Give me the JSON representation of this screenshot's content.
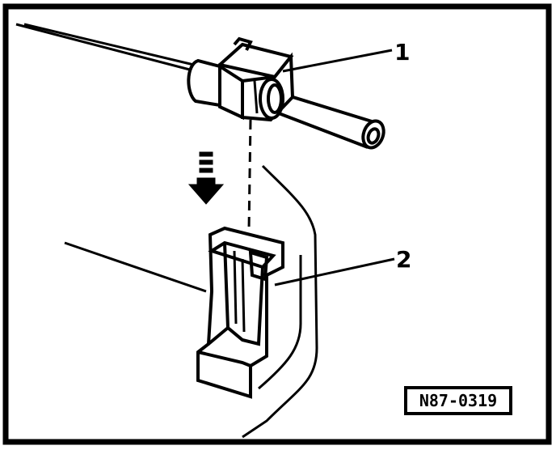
{
  "figure": {
    "callouts": [
      {
        "label": "1",
        "target": "hose-clip"
      },
      {
        "label": "2",
        "target": "clip-holder"
      }
    ],
    "reference_code": "N87-0319",
    "colors": {
      "ink": "#000000",
      "paper": "#ffffff"
    },
    "icons": {
      "direction": "down-arrow-icon"
    }
  }
}
